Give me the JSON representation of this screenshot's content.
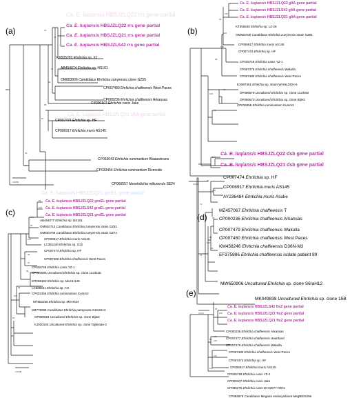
{
  "panels": {
    "a": {
      "label": "(a)",
      "scale": "0.0050",
      "ghost_top": "Ca. E. luqiansis HBSJZLQ22 rrs gene partial",
      "ghost_mid": "Ca. E. luqiansis HBSJZLQ21 gltA gene partial",
      "taxa": [
        {
          "pre": "Ca. E. luqiansis ",
          "post": "HBSJZLQ22 rrs gene partial",
          "hl": true
        },
        {
          "pre": "Ca. E. luqiansis ",
          "post": "HBSJZLQ21 rrs gene partial",
          "hl": true
        },
        {
          "pre": "Ca. E. luqiansis ",
          "post": "HBSJZLS42 rrs gene partial",
          "hl": true
        },
        {
          "pre": "KX505292 ",
          "it": "Ehrlichia",
          "post": " sp. X1"
        },
        {
          "pre": "AB454074 ",
          "it": "Ehrlichia",
          "post": " sp. NS101"
        },
        {
          "pre": "OM883906 ",
          "it": "Candidatus",
          "post": " Ehrlichia zunyiensis clone GZ55"
        },
        {
          "pre": "CP007480 ",
          "it": "Ehrlichia chaffeensis",
          "post": " West Paces"
        },
        {
          "pre": "CP000236 ",
          "it": "Ehrlichia chaffeensis",
          "post": " Arkansas"
        },
        {
          "pre": "CP000107 ",
          "it": "Ehrlichia canis",
          "post": " Jake"
        },
        {
          "pre": "CP007474 ",
          "it": "Ehrlichia",
          "post": " sp. HF"
        },
        {
          "pre": "CP006917 ",
          "it": "Ehrlichia muris",
          "post": " AS145"
        },
        {
          "pre": "CP063043 ",
          "it": "Ehrlichia ruminantium",
          "post": " Blaauwkrans"
        },
        {
          "pre": "CP033454 ",
          "it": "Ehrlichia ruminantium",
          "post": " Riverside"
        },
        {
          "pre": "CP066557 ",
          "it": "Neoehrlichia mikurensis",
          "post": " SE24"
        }
      ],
      "support": [
        "51",
        "73",
        "67",
        "99",
        "57",
        "95",
        "64",
        "93"
      ]
    },
    "b": {
      "label": "(b)",
      "scale": "0.020",
      "taxa": [
        {
          "pre": "Ca. E. luqiansis ",
          "post": "HBSJZLQ22 gltA gene partial",
          "hl": true
        },
        {
          "pre": "Ca. E. luqiansis ",
          "post": "HBSJZLS42 gltA gene partial",
          "hl": true
        },
        {
          "pre": "Ca. E. luqiansis ",
          "post": "HBSJZLQ21 gltA gene partial",
          "hl": true
        },
        {
          "pre": "KT356640 ",
          "it": "Ehrlichia",
          "post": " sp. LZ-26"
        },
        {
          "pre": "OM920705 ",
          "it": "Candidatus",
          "post": " Ehrlichia zunyiensis strain GZ81"
        },
        {
          "pre": "CP006917 ",
          "it": "Ehrlichia muris",
          "post": " AS145"
        },
        {
          "pre": "CP007474 ",
          "it": "Ehrlichia",
          "post": " sp. HF"
        },
        {
          "pre": "CP025749 ",
          "it": "Ehrlichia canis",
          "post": " YZ-1"
        },
        {
          "pre": "CP007479 ",
          "it": "Ehrlichia chaffeensis",
          "post": " Wakulla"
        },
        {
          "pre": "CP007480 ",
          "it": "Ehrlichia chaffeensis",
          "post": " West Paces"
        },
        {
          "pre": "KX987351 ",
          "it": "Ehrlichia",
          "post": " sp. strain WHHLDGH-6"
        },
        {
          "pre": "OP080678 ",
          "it": "Uncultured Ehrlichia",
          "post": " sp. clone Liuzhi92"
        },
        {
          "pre": "OP080673 ",
          "it": "Uncultured Ehrlichia",
          "post": " sp. clone Bijie3"
        },
        {
          "pre": "CP033456 ",
          "it": "Ehrlichia ruminantium",
          "post": " Kumm2"
        }
      ],
      "support": [
        "100",
        "99",
        "100",
        "100",
        "98",
        "75",
        "78",
        "100"
      ]
    },
    "c": {
      "label": "(c)",
      "scale": "0.0100",
      "ghost_top": "Ca. E. luqiansis HBSJZLQ21 groEL gene partial",
      "taxa": [
        {
          "pre": "Ca. E. luqiansis ",
          "post": "HBSJZLQ22 groEL gene partial",
          "hl": true
        },
        {
          "pre": "Ca. E. luqiansis ",
          "post": "HBSJZLS42 groEL gene partial",
          "hl": true
        },
        {
          "pre": "Ca. E. luqiansis ",
          "post": "HBSJZLQ21 groEL gene partial",
          "hl": true
        },
        {
          "pre": "AB454077 ",
          "it": "Ehrlichia",
          "post": " sp. NS101"
        },
        {
          "pre": "OM920710 ",
          "it": "Candidatus",
          "post": " Ehrlichia zunyiensis strain GZ81"
        },
        {
          "pre": "OM920709 ",
          "it": "Candidatus",
          "post": " Ehrlichia zunyiensis strain GZ74"
        },
        {
          "pre": "CP006917 ",
          "it": "Ehrlichia muris",
          "post": " AS145"
        },
        {
          "pre": "LC381240 ",
          "it": "Ehrlichia",
          "post": " sp. G32"
        },
        {
          "pre": "CP007474 ",
          "it": "Ehrlichia",
          "post": " sp. HF"
        },
        {
          "pre": "CP007480 ",
          "it": "Ehrlichia chaffeensis",
          "post": " West Paces"
        },
        {
          "pre": "CP025749 ",
          "it": "Ehrlichia canis",
          "post": " YZ-1"
        },
        {
          "pre": "OP080685 ",
          "it": "Uncultured Ehrlichia",
          "post": " sp. clone Liuzhi20"
        },
        {
          "pre": "MT268163 ",
          "it": "Ehrlichia",
          "post": " sp. MieHH145"
        },
        {
          "pre": "LC565631 ",
          "it": "Ehrlichia",
          "post": " sp. AN"
        },
        {
          "pre": "CP033456 ",
          "it": "Ehrlichia ruminantium",
          "post": " Kumm2"
        },
        {
          "pre": "MT882256 ",
          "it": "Ehrlichia",
          "post": " sp. MieHh24"
        },
        {
          "pre": "MZ779098 ",
          "it": "Candidatus",
          "post": " Ehrlichia pampeana S16HH13"
        },
        {
          "pre": "OP080684 ",
          "it": "Uncultured Ehrlichia",
          "post": " sp. clone Bijie3"
        },
        {
          "pre": "KJ930193 ",
          "it": "Uncultured Ehrlichia",
          "post": " sp. clone Tajikistan-3"
        }
      ],
      "support": [
        "99",
        "100",
        "100",
        "96",
        "100",
        "98",
        "91",
        "95",
        "93",
        "100",
        "99",
        "98"
      ]
    },
    "d": {
      "label": "(d)",
      "scale": "0.020",
      "taxa": [
        {
          "pre": "Ca. E. luqiansis ",
          "post": "HBSJZLQ22 dsb gene partial",
          "hl": true
        },
        {
          "pre": "Ca. E. luqiansis ",
          "post": "HBSJZLQ21 dsb gene partial",
          "hl": true
        },
        {
          "pre": "CP007474 ",
          "it": "Ehrlichia",
          "post": " sp. HF"
        },
        {
          "pre": "CP006917 ",
          "it": "Ehrlichia muris",
          "post": " AS145"
        },
        {
          "pre": "AY236484 ",
          "it": "Ehrlichia muris",
          "post": " Asuke"
        },
        {
          "pre": "MZ457067 ",
          "it": "Ehrlichia chaffeensis",
          "post": " T"
        },
        {
          "pre": "CP000236 ",
          "it": "Ehrlichia chaffeensis",
          "post": " Arkansas"
        },
        {
          "pre": "CP007479 ",
          "it": "Ehrlichia chaffeensis",
          "post": " Wakulla"
        },
        {
          "pre": "CP007480 ",
          "it": "Ehrlichia chaffeensis",
          "post": " West Paces"
        },
        {
          "pre": "KM458246 ",
          "it": "Ehrlichia chaffeensis",
          "post": " D36N-M2"
        },
        {
          "pre": "EF375886 ",
          "it": "Ehrlichia chaffeensis",
          "post": " isolate patient 89"
        },
        {
          "pre": "MW650906 ",
          "it": "Uncultured Ehrlichia",
          "post": " sp. clone S6IaH12"
        },
        {
          "pre": "MK049838 ",
          "it": "Uncultured Ehrlichia",
          "post": " sp. clone 15B"
        }
      ],
      "support": [
        "100",
        "100",
        "99",
        "98",
        "85",
        "99",
        "100",
        "76",
        "72"
      ]
    },
    "e": {
      "label": "(e)",
      "scale": "0.020",
      "taxa": [
        {
          "pre": "Ca. E. luqiansis ",
          "post": "HBSJZLS42 ftsZ gene partial",
          "hl": true
        },
        {
          "pre": "Ca. E. luqiansis ",
          "post": "HBSJZLQ22 ftsZ gene partial",
          "hl": true
        },
        {
          "pre": "Ca. E. luqiansis ",
          "post": "HBSJZLQ21 ftsZ gene partial",
          "hl": true
        },
        {
          "pre": "CP000236 ",
          "it": "Ehrlichia chaffeensis",
          "post": " Arkansas"
        },
        {
          "pre": "CP007477 ",
          "it": "Ehrlichia chaffeensis",
          "post": " Heartland"
        },
        {
          "pre": "CP007479 ",
          "it": "Ehrlichia chaffeensis",
          "post": " Wakulla"
        },
        {
          "pre": "CP007480 ",
          "it": "Ehrlichia chaffeensis",
          "post": " West Paces"
        },
        {
          "pre": "CP007474 ",
          "it": "Ehrlichia",
          "post": " sp. HF"
        },
        {
          "pre": "CP006917 ",
          "it": "Ehrlichia muris",
          "post": " AS145"
        },
        {
          "pre": "CP025749 ",
          "it": "Ehrlichia canis",
          "post": " YZ-1"
        },
        {
          "pre": "CP000107 ",
          "it": "Ehrlichia canis",
          "post": " Jake"
        },
        {
          "pre": "CP085276 ",
          "it": "Ehrlichia canis",
          "post": " 20-02677-0001"
        },
        {
          "pre": "CP084576 ",
          "it": "Candidatus",
          "post": " Megaira endosymbiont MegNEIS296"
        }
      ],
      "support": [
        "100",
        "95",
        "100",
        "100",
        "100",
        "100",
        "98"
      ]
    }
  },
  "colors": {
    "highlight": "#b03aa0",
    "line": "#1a1a1a"
  }
}
